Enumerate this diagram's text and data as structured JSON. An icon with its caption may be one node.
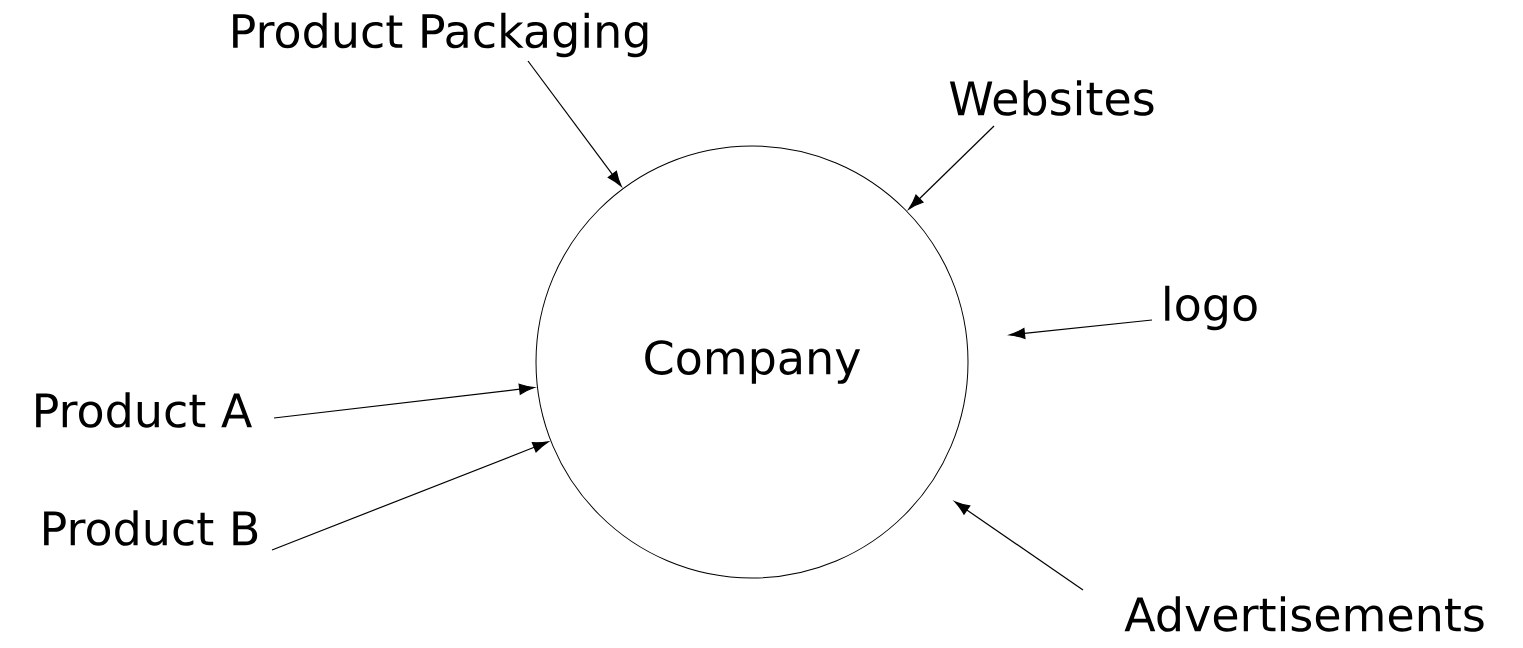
{
  "diagram": {
    "nodes": [
      {
        "text": [
          "Product Packaging"
        ]
      },
      {
        "text": [
          "Websites"
        ]
      },
      {
        "text": [
          "Company"
        ]
      },
      {
        "text": [
          "logo"
        ]
      },
      {
        "text": [
          "Product A"
        ]
      },
      {
        "text": [
          "Product B"
        ]
      },
      {
        "text": [
          "Advertisements"
        ]
      }
    ],
    "edges": [
      {
        "from": 0,
        "to": 2,
        "arrow": "to"
      },
      {
        "from": 1,
        "to": 2,
        "arrow": "to"
      },
      {
        "from": 3,
        "to": 2,
        "arrow": "to"
      },
      {
        "from": 4,
        "to": 2,
        "arrow": "to"
      },
      {
        "from": 5,
        "to": 2,
        "arrow": "to"
      },
      {
        "from": 6,
        "to": 2,
        "arrow": "to"
      }
    ]
  }
}
